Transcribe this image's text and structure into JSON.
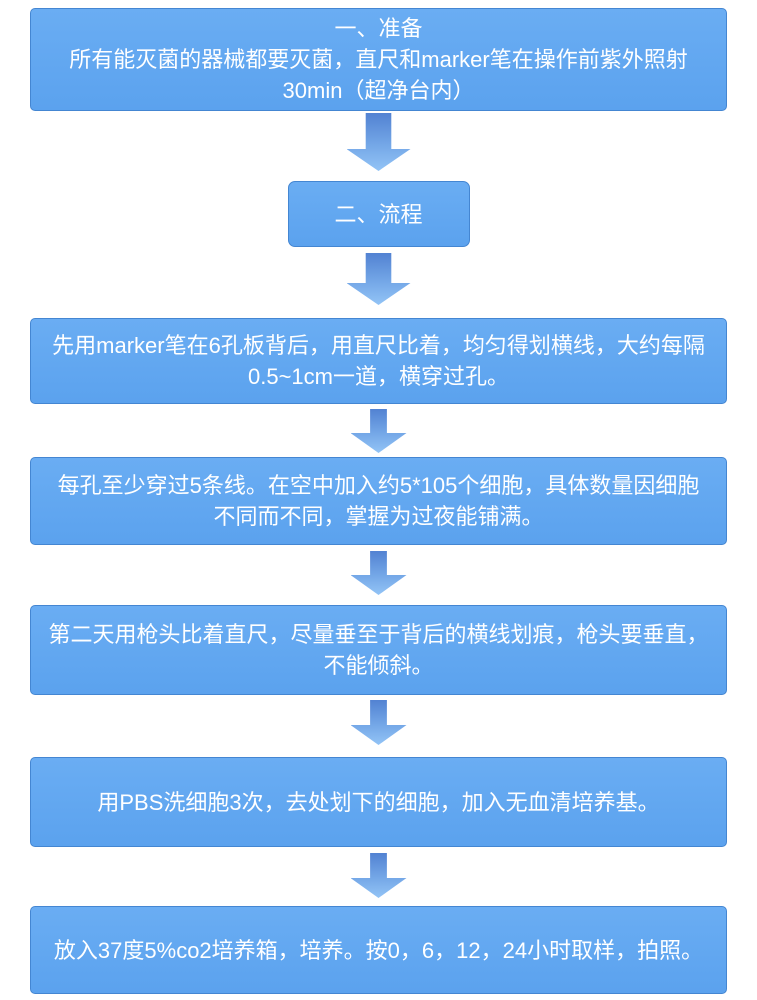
{
  "colors": {
    "box_fill_top": "#6aadf3",
    "box_fill_bottom": "#5ba2ee",
    "box_border": "#4486d2",
    "arrow_gradient_top": "#5282d2",
    "arrow_gradient_bottom": "#93c4f6",
    "text": "#ffffff",
    "page_background": "#ffffff"
  },
  "flow": {
    "steps": [
      {
        "id": "preparation",
        "title": "一、准备",
        "lines": [
          "所有能灭菌的器械都要灭菌，直尺和marker笔在操作前紫外照射",
          "30min（超净台内）"
        ]
      },
      {
        "id": "process-header",
        "title": "二、流程",
        "lines": []
      },
      {
        "id": "draw-lines",
        "lines": [
          "先用marker笔在6孔板背后，用直尺比着，均匀得划横线，大约每隔",
          "0.5~1cm一道，横穿过孔。"
        ]
      },
      {
        "id": "seed-cells",
        "lines": [
          "每孔至少穿过5条线。在空中加入约5*105个细胞，具体数量因细胞",
          "不同而不同，掌握为过夜能铺满。"
        ]
      },
      {
        "id": "scratch",
        "lines": [
          "第二天用枪头比着直尺，尽量垂至于背后的横线划痕，枪头要垂直，",
          "不能倾斜。"
        ]
      },
      {
        "id": "wash",
        "lines": [
          "用PBS洗细胞3次，去处划下的细胞，加入无血清培养基。"
        ]
      },
      {
        "id": "culture",
        "lines": [
          "放入37度5%co2培养箱，培养。按0，6，12，24小时取样，拍照。"
        ]
      }
    ]
  }
}
